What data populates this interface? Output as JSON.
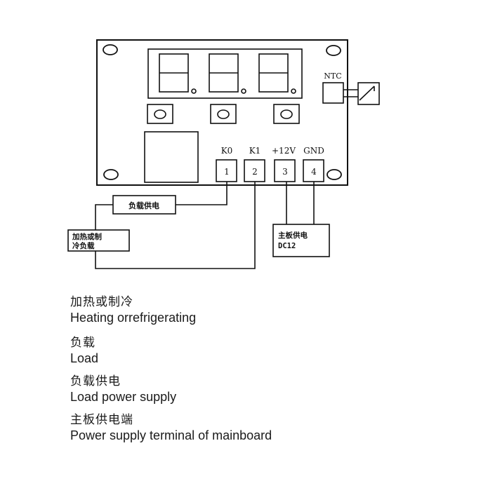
{
  "board": {
    "sensor_label": "NTC",
    "terminals": [
      {
        "label": "K0",
        "number": "1"
      },
      {
        "label": "K1",
        "number": "2"
      },
      {
        "label": "+12V",
        "number": "3"
      },
      {
        "label": "GND",
        "number": "4"
      }
    ]
  },
  "boxes": {
    "load_power": "负载供电",
    "load_line1": "加热或制",
    "load_line2": "冷负载",
    "mainboard_line1": "主板供电",
    "mainboard_line2": "DC12"
  },
  "legend": [
    {
      "zh": "加热或制冷",
      "en": "Heating orrefrigerating"
    },
    {
      "zh": "负载",
      "en": "Load"
    },
    {
      "zh": "负载供电",
      "en": "Load power supply"
    },
    {
      "zh": "主板供电端",
      "en": "Power supply terminal of mainboard"
    }
  ]
}
